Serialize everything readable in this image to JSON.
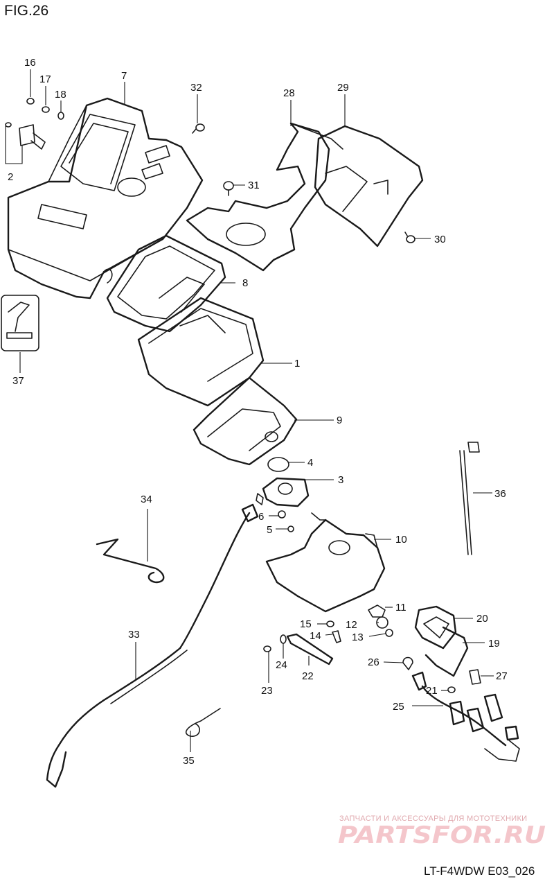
{
  "figure_title": "FIG.26",
  "diagram_code": "LT-F4WDW E03_026",
  "watermark": {
    "tagline": "ЗАПЧАСТИ И АКСЕССУАРЫ ДЛЯ МОТОТЕХНИКИ",
    "brand": "PARTSFOR.RU"
  },
  "callouts": [
    {
      "id": "c1",
      "text": "1"
    },
    {
      "id": "c2",
      "text": "2"
    },
    {
      "id": "c3",
      "text": "3"
    },
    {
      "id": "c4",
      "text": "4"
    },
    {
      "id": "c5",
      "text": "5"
    },
    {
      "id": "c6",
      "text": "6"
    },
    {
      "id": "c7",
      "text": "7"
    },
    {
      "id": "c8",
      "text": "8"
    },
    {
      "id": "c9",
      "text": "9"
    },
    {
      "id": "c10",
      "text": "10"
    },
    {
      "id": "c11",
      "text": "11"
    },
    {
      "id": "c12",
      "text": "12"
    },
    {
      "id": "c13",
      "text": "13"
    },
    {
      "id": "c14",
      "text": "14"
    },
    {
      "id": "c15",
      "text": "15"
    },
    {
      "id": "c16",
      "text": "16"
    },
    {
      "id": "c17",
      "text": "17"
    },
    {
      "id": "c18",
      "text": "18"
    },
    {
      "id": "c19",
      "text": "19"
    },
    {
      "id": "c20",
      "text": "20"
    },
    {
      "id": "c21",
      "text": "21"
    },
    {
      "id": "c22",
      "text": "22"
    },
    {
      "id": "c23",
      "text": "23"
    },
    {
      "id": "c24",
      "text": "24"
    },
    {
      "id": "c25",
      "text": "25"
    },
    {
      "id": "c26",
      "text": "26"
    },
    {
      "id": "c27",
      "text": "27"
    },
    {
      "id": "c28",
      "text": "28"
    },
    {
      "id": "c29",
      "text": "29"
    },
    {
      "id": "c30",
      "text": "30"
    },
    {
      "id": "c31",
      "text": "31"
    },
    {
      "id": "c32",
      "text": "32"
    },
    {
      "id": "c33",
      "text": "33"
    },
    {
      "id": "c34",
      "text": "34"
    },
    {
      "id": "c35",
      "text": "35"
    },
    {
      "id": "c36",
      "text": "36"
    },
    {
      "id": "c37",
      "text": "37"
    }
  ]
}
